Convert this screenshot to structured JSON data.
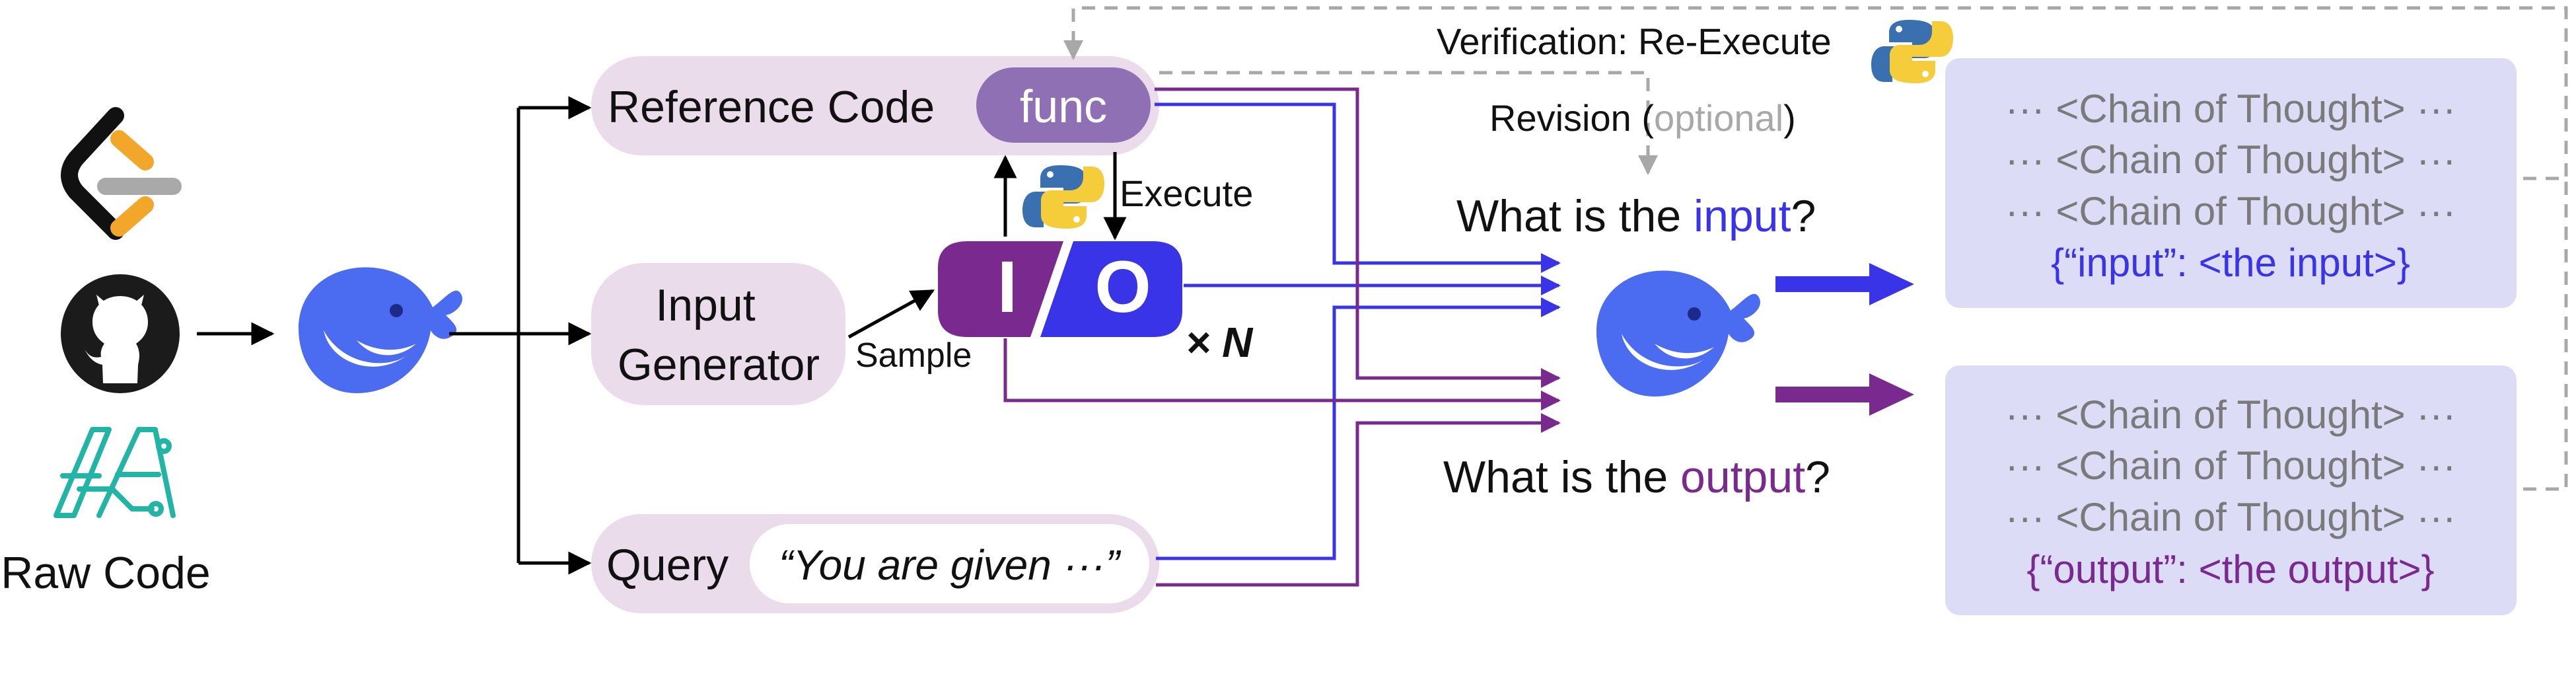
{
  "sources": {
    "label": "Raw Code",
    "icons": [
      "leetcode-icon",
      "github-icon",
      "codealpaca-icon"
    ]
  },
  "model_icon": "deepseek-whale-icon",
  "nodes": {
    "reference_code": {
      "label": "Reference Code",
      "func_label": "func"
    },
    "input_generator": {
      "line1": "Input",
      "line2": "Generator"
    },
    "query": {
      "label": "Query",
      "text": "“You are given ···”"
    },
    "io_box": {
      "input_letter": "I",
      "output_letter": "O",
      "multiplier": "× N"
    }
  },
  "edge_labels": {
    "execute": "Execute",
    "sample": "Sample",
    "verification": "Verification: Re-Execute",
    "revision_prefix": "Revision (",
    "revision_optional": "optional",
    "revision_suffix": ")"
  },
  "questions": {
    "input": {
      "prefix": "What is the ",
      "keyword": "input",
      "suffix": "?"
    },
    "output": {
      "prefix": "What is the ",
      "keyword": "output",
      "suffix": "?"
    }
  },
  "outputs": {
    "input_box": {
      "cot_lines": [
        "··· <Chain of Thought> ···",
        "··· <Chain of Thought> ···",
        "··· <Chain of Thought> ···"
      ],
      "result": "{“input”: <the input>}"
    },
    "output_box": {
      "cot_lines": [
        "··· <Chain of Thought> ···",
        "··· <Chain of Thought> ···",
        "··· <Chain of Thought> ···"
      ],
      "result": "{“output”: <the output>}"
    }
  },
  "colors": {
    "input_blue": "#3a34e8",
    "output_purple": "#7a2a8e",
    "node_fill": "#eadcea",
    "func_fill": "#8f70b5",
    "cot_fill": "#dcdcf7",
    "cot_text": "#7a7a7a",
    "dashed_gray": "#a8a8a8"
  }
}
